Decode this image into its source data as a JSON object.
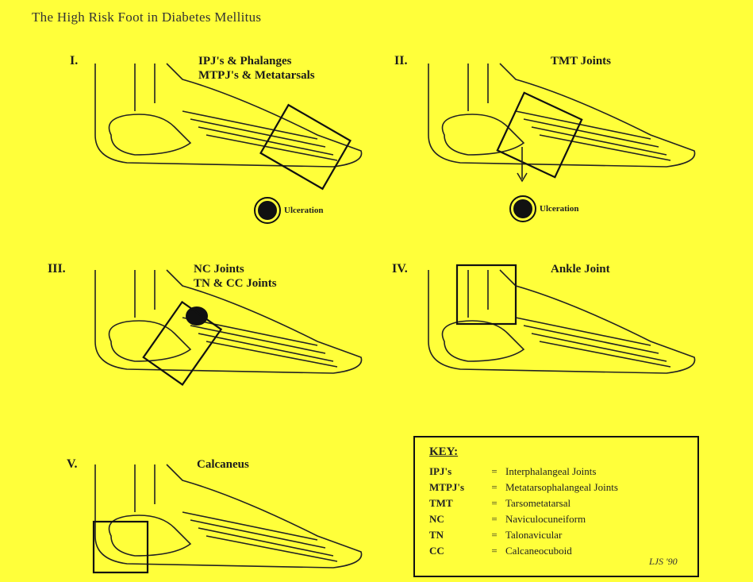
{
  "title": "The High Risk Foot in Diabetes Mellitus",
  "panels": [
    {
      "numeral": "I.",
      "label_lines": [
        "IPJ's & Phalanges",
        "MTPJ's & Metatarsals"
      ],
      "ulceration": "Ulceration"
    },
    {
      "numeral": "II.",
      "label_lines": [
        "TMT Joints"
      ],
      "ulceration": "Ulceration"
    },
    {
      "numeral": "III.",
      "label_lines": [
        "NC Joints",
        "TN & CC Joints"
      ]
    },
    {
      "numeral": "IV.",
      "label_lines": [
        "Ankle Joint"
      ]
    },
    {
      "numeral": "V.",
      "label_lines": [
        "Calcaneus"
      ]
    }
  ],
  "key": {
    "title": "KEY:",
    "rows": [
      {
        "abbr": "IPJ's",
        "eq": "=",
        "meaning": "Interphalangeal Joints"
      },
      {
        "abbr": "MTPJ's",
        "eq": "=",
        "meaning": "Metatarsophalangeal Joints"
      },
      {
        "abbr": "TMT",
        "eq": "=",
        "meaning": "Tarsometatarsal"
      },
      {
        "abbr": "NC",
        "eq": "=",
        "meaning": "Naviculocuneiform"
      },
      {
        "abbr": "TN",
        "eq": "=",
        "meaning": "Talonavicular"
      },
      {
        "abbr": "CC",
        "eq": "=",
        "meaning": "Calcaneocuboid"
      }
    ]
  },
  "signature": "LJS '90",
  "colors": {
    "background": "#ffff3a",
    "ink": "#111111"
  },
  "icons": [
    "foot-skeleton-icon",
    "ulceration-icon",
    "arrow-down-icon"
  ]
}
